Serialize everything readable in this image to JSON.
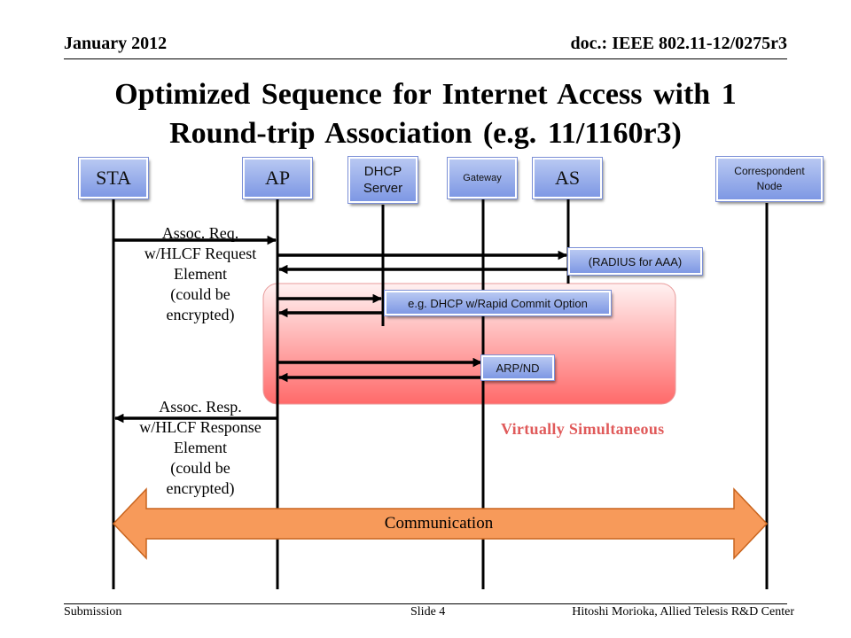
{
  "header": {
    "date": "January 2012",
    "doc": "doc.: IEEE 802.11-12/0275r3"
  },
  "title": {
    "line1": "Optimized Sequence for Internet Access with 1",
    "line2": "Round-trip Association (e.g. 11/1160r3)"
  },
  "entities": {
    "sta": "STA",
    "ap": "AP",
    "dhcp_line1": "DHCP",
    "dhcp_line2": "Server",
    "gateway": "Gateway",
    "as": "AS",
    "cn_line1": "Correspondent",
    "cn_line2": "Node"
  },
  "messages": {
    "assoc_req": [
      "Assoc. Req.",
      "w/HLCF Request",
      "Element",
      "(could be",
      "encrypted)"
    ],
    "assoc_resp": [
      "Assoc. Resp.",
      "w/HLCF Response",
      "Element",
      "(could be",
      "encrypted)"
    ],
    "radius": "(RADIUS for AAA)",
    "dhcp": "e.g. DHCP w/Rapid Commit Option",
    "arp": "ARP/ND"
  },
  "simultaneous_label": "Virtually Simultaneous",
  "communication_label": "Communication",
  "colors": {
    "entity_fill_top": "#b8c8f2",
    "entity_fill_bottom": "#7e98e4",
    "simultaneous_region": "#ff7070",
    "simultaneous_text": "#e05a5a",
    "communication_arrow": "#f79a5a"
  },
  "footer": {
    "left": "Submission",
    "middle": "Slide 4",
    "right": "Hitoshi Morioka, Allied Telesis R&D Center"
  }
}
